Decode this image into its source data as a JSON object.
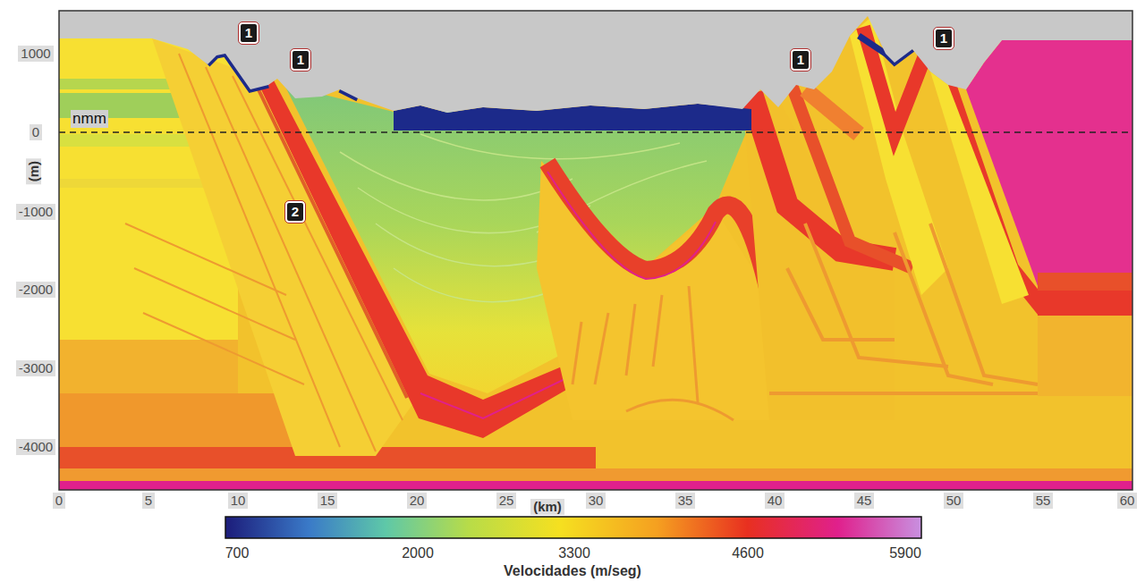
{
  "diagram": {
    "labels": [
      "1",
      "1",
      "1",
      "1",
      "2",
      "nmm",
      "1000",
      "0",
      "-1000",
      "-2000",
      "-3000",
      "-4000",
      "(m)",
      "0",
      "5",
      "10",
      "15",
      "20",
      "25",
      "(km)",
      "30",
      "35",
      "40",
      "45",
      "50",
      "55",
      "60",
      "700",
      "2000",
      "3300",
      "4600",
      "5900",
      "Velocidades (m/seg)"
    ]
  }
}
